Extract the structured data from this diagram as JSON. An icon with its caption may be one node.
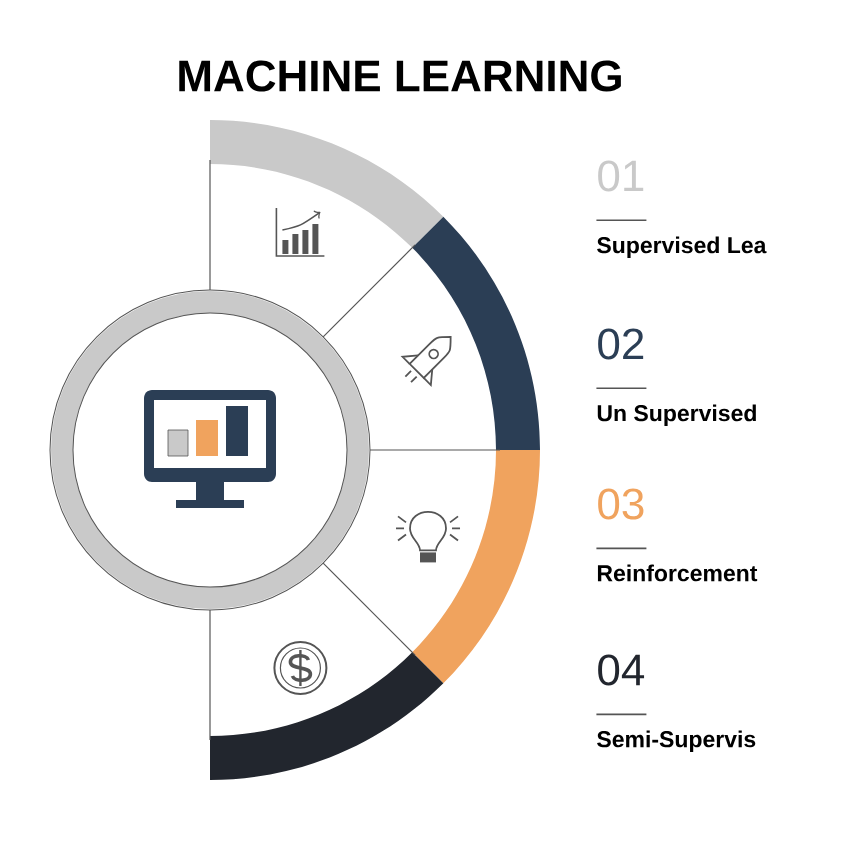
{
  "diagram": {
    "title": "MACHINE LEARNING",
    "nodes": [
      {
        "text": [
          "01",
          "Supervised Lea"
        ]
      },
      {
        "text": [
          "02",
          "Un Supervised"
        ]
      },
      {
        "text": [
          "03",
          "Reinforcement"
        ]
      },
      {
        "text": [
          "04",
          "Semi-Supervis"
        ]
      }
    ]
  }
}
